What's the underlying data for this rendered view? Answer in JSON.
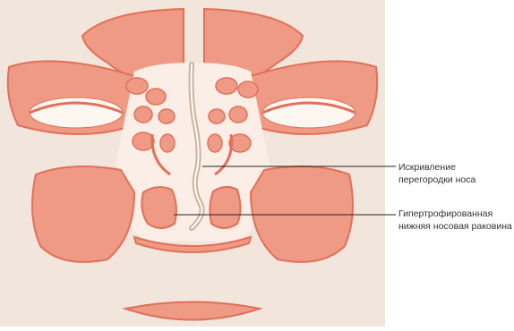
{
  "annotations": {
    "septum": {
      "line1": "Искривление",
      "line2": "перегородки носа"
    },
    "turbinate": {
      "line1": "Гипертрофированная",
      "line2": "нижняя носовая раковина"
    }
  },
  "colors": {
    "skin": "#f6ece3",
    "skin_shadow": "#ecd9cc",
    "sinus_fill": "#ef9a85",
    "sinus_stroke": "#e1705a",
    "bone": "#fbeee6",
    "eye": "#fdf7f2",
    "septum": "#c8b49a",
    "leader_line": "#222222"
  }
}
